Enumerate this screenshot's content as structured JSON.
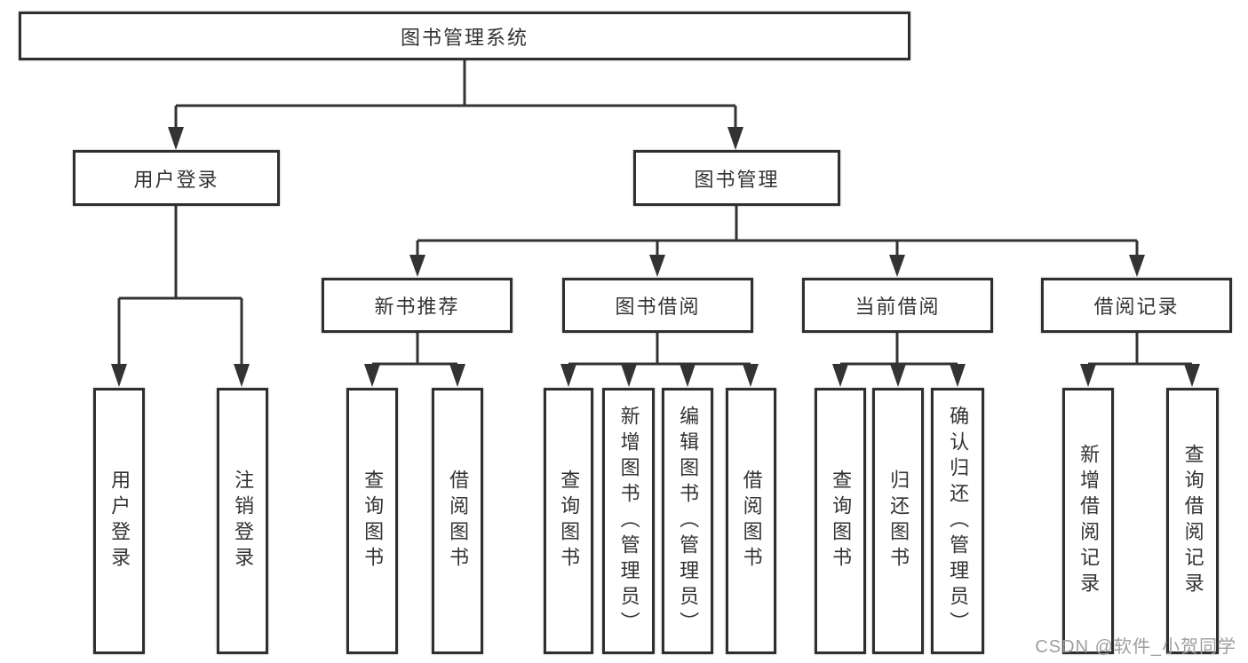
{
  "diagram": {
    "tree": {
      "label": "图书管理系统",
      "children": [
        {
          "label": "用户登录",
          "children": [
            {
              "label": "用户登录"
            },
            {
              "label": "注销登录"
            }
          ]
        },
        {
          "label": "图书管理",
          "children": [
            {
              "label": "新书推荐",
              "children": [
                {
                  "label": "查询图书"
                },
                {
                  "label": "借阅图书"
                }
              ]
            },
            {
              "label": "图书借阅",
              "children": [
                {
                  "label": "查询图书"
                },
                {
                  "label": "新增图书（管理员）"
                },
                {
                  "label": "编辑图书（管理员）"
                },
                {
                  "label": "借阅图书"
                }
              ]
            },
            {
              "label": "当前借阅",
              "children": [
                {
                  "label": "查询图书"
                },
                {
                  "label": "归还图书"
                },
                {
                  "label": "确认归还（管理员）"
                }
              ]
            },
            {
              "label": "借阅记录",
              "children": [
                {
                  "label": "新增借阅记录"
                },
                {
                  "label": "查询借阅记录"
                }
              ]
            }
          ]
        }
      ]
    },
    "colors": {
      "line": "#333333",
      "box_border": "#2f2f2f",
      "text": "#333333",
      "watermark": "#9e9e9e",
      "background": "#ffffff"
    }
  },
  "watermark": {
    "text": "CSDN @软件_小贺同学"
  }
}
